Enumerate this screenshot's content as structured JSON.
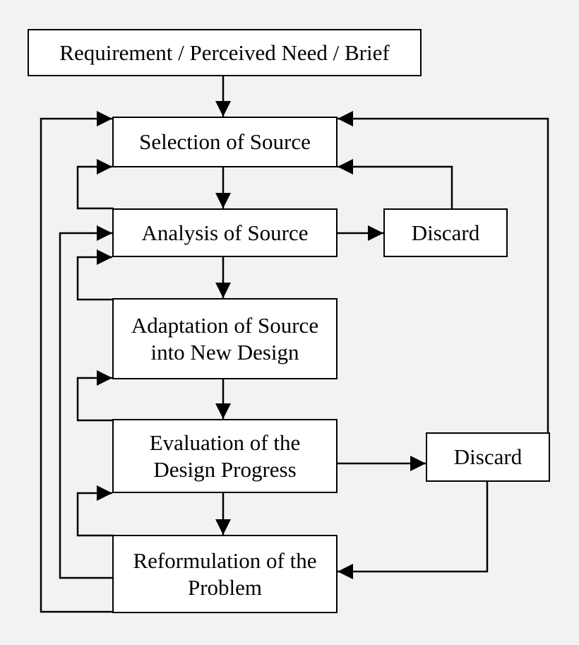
{
  "diagram": {
    "nodes": {
      "brief": {
        "lines": [
          "Requirement / Perceived Need / Brief"
        ]
      },
      "selection": {
        "lines": [
          "Selection of Source"
        ]
      },
      "analysis": {
        "lines": [
          "Analysis of Source"
        ]
      },
      "discard_1": {
        "lines": [
          "Discard"
        ]
      },
      "adaptation": {
        "lines": [
          "Adaptation of Source",
          "into New Design"
        ]
      },
      "evaluation": {
        "lines": [
          "Evaluation of the",
          "Design Progress"
        ]
      },
      "discard_2": {
        "lines": [
          "Discard"
        ]
      },
      "reformulation": {
        "lines": [
          "Reformulation of the",
          "Problem"
        ]
      }
    },
    "edges": [
      {
        "from": "brief",
        "to": "selection"
      },
      {
        "from": "selection",
        "to": "analysis"
      },
      {
        "from": "analysis",
        "to": "discard_1"
      },
      {
        "from": "discard_1",
        "to": "selection"
      },
      {
        "from": "analysis",
        "to": "selection"
      },
      {
        "from": "analysis",
        "to": "adaptation"
      },
      {
        "from": "adaptation",
        "to": "analysis"
      },
      {
        "from": "adaptation",
        "to": "evaluation"
      },
      {
        "from": "evaluation",
        "to": "adaptation"
      },
      {
        "from": "evaluation",
        "to": "discard_2"
      },
      {
        "from": "discard_2",
        "to": "selection"
      },
      {
        "from": "discard_2",
        "to": "reformulation"
      },
      {
        "from": "evaluation",
        "to": "reformulation"
      },
      {
        "from": "reformulation",
        "to": "evaluation"
      },
      {
        "from": "reformulation",
        "to": "analysis"
      },
      {
        "from": "reformulation",
        "to": "selection"
      }
    ],
    "colors": {
      "background": "#f2f2f2",
      "box_fill": "#ffffff",
      "stroke": "#000000"
    }
  }
}
